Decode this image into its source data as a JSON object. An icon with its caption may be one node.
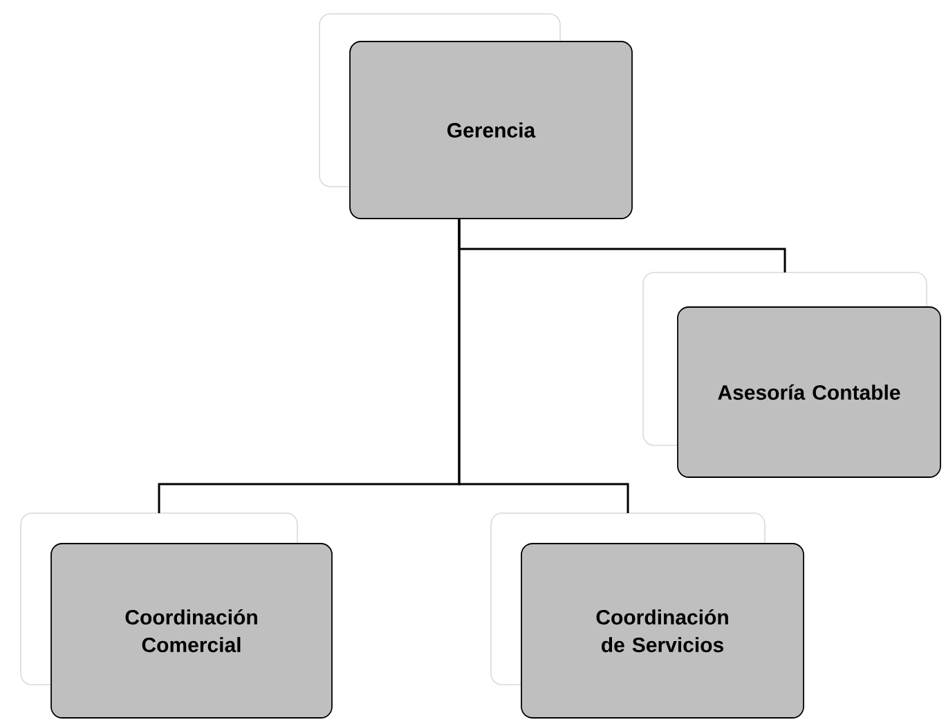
{
  "diagram": {
    "nodes": [
      {
        "text": [
          "Gerencia"
        ]
      },
      {
        "text": [
          "Asesoría Contable"
        ]
      },
      {
        "text": [
          "Coordinación Comercial"
        ]
      },
      {
        "text": [
          "Coordinación de Servicios"
        ]
      }
    ],
    "edges": [
      {
        "from": 0,
        "to": 1,
        "arrow": "none"
      },
      {
        "from": 0,
        "to": 2,
        "arrow": "none"
      },
      {
        "from": 0,
        "to": 3,
        "arrow": "none"
      }
    ]
  }
}
